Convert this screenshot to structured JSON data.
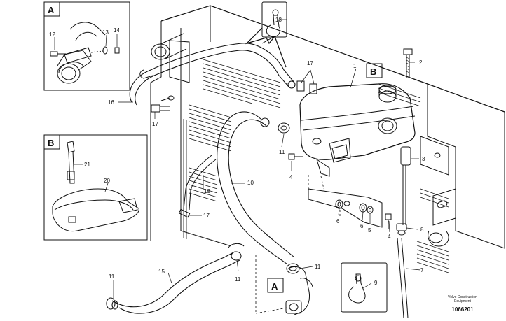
{
  "detail_boxes": [
    {
      "letter": "A"
    },
    {
      "letter": "B"
    }
  ],
  "callouts": [
    {
      "letter": "B"
    },
    {
      "letter": "A"
    }
  ],
  "part_labels": {
    "p1": "1",
    "p2": "2",
    "p3": "3",
    "p4a": "4",
    "p4b": "4",
    "p5": "5",
    "p6a": "6",
    "p6b": "6",
    "p7": "7",
    "p8": "8",
    "p9": "9",
    "p10": "10",
    "p11a": "11",
    "p11b": "11",
    "p11c": "11",
    "p11d": "11",
    "p12": "12",
    "p13": "13",
    "p14": "14",
    "p15": "15",
    "p16": "16",
    "p17a": "17",
    "p17b": "17",
    "p17c": "17",
    "p18": "18",
    "p19": "19",
    "p20": "20",
    "p21": "21"
  },
  "footer": {
    "brand_line1": "Volvo Construction",
    "brand_line2": "Equipment",
    "figure_number": "1066201"
  }
}
